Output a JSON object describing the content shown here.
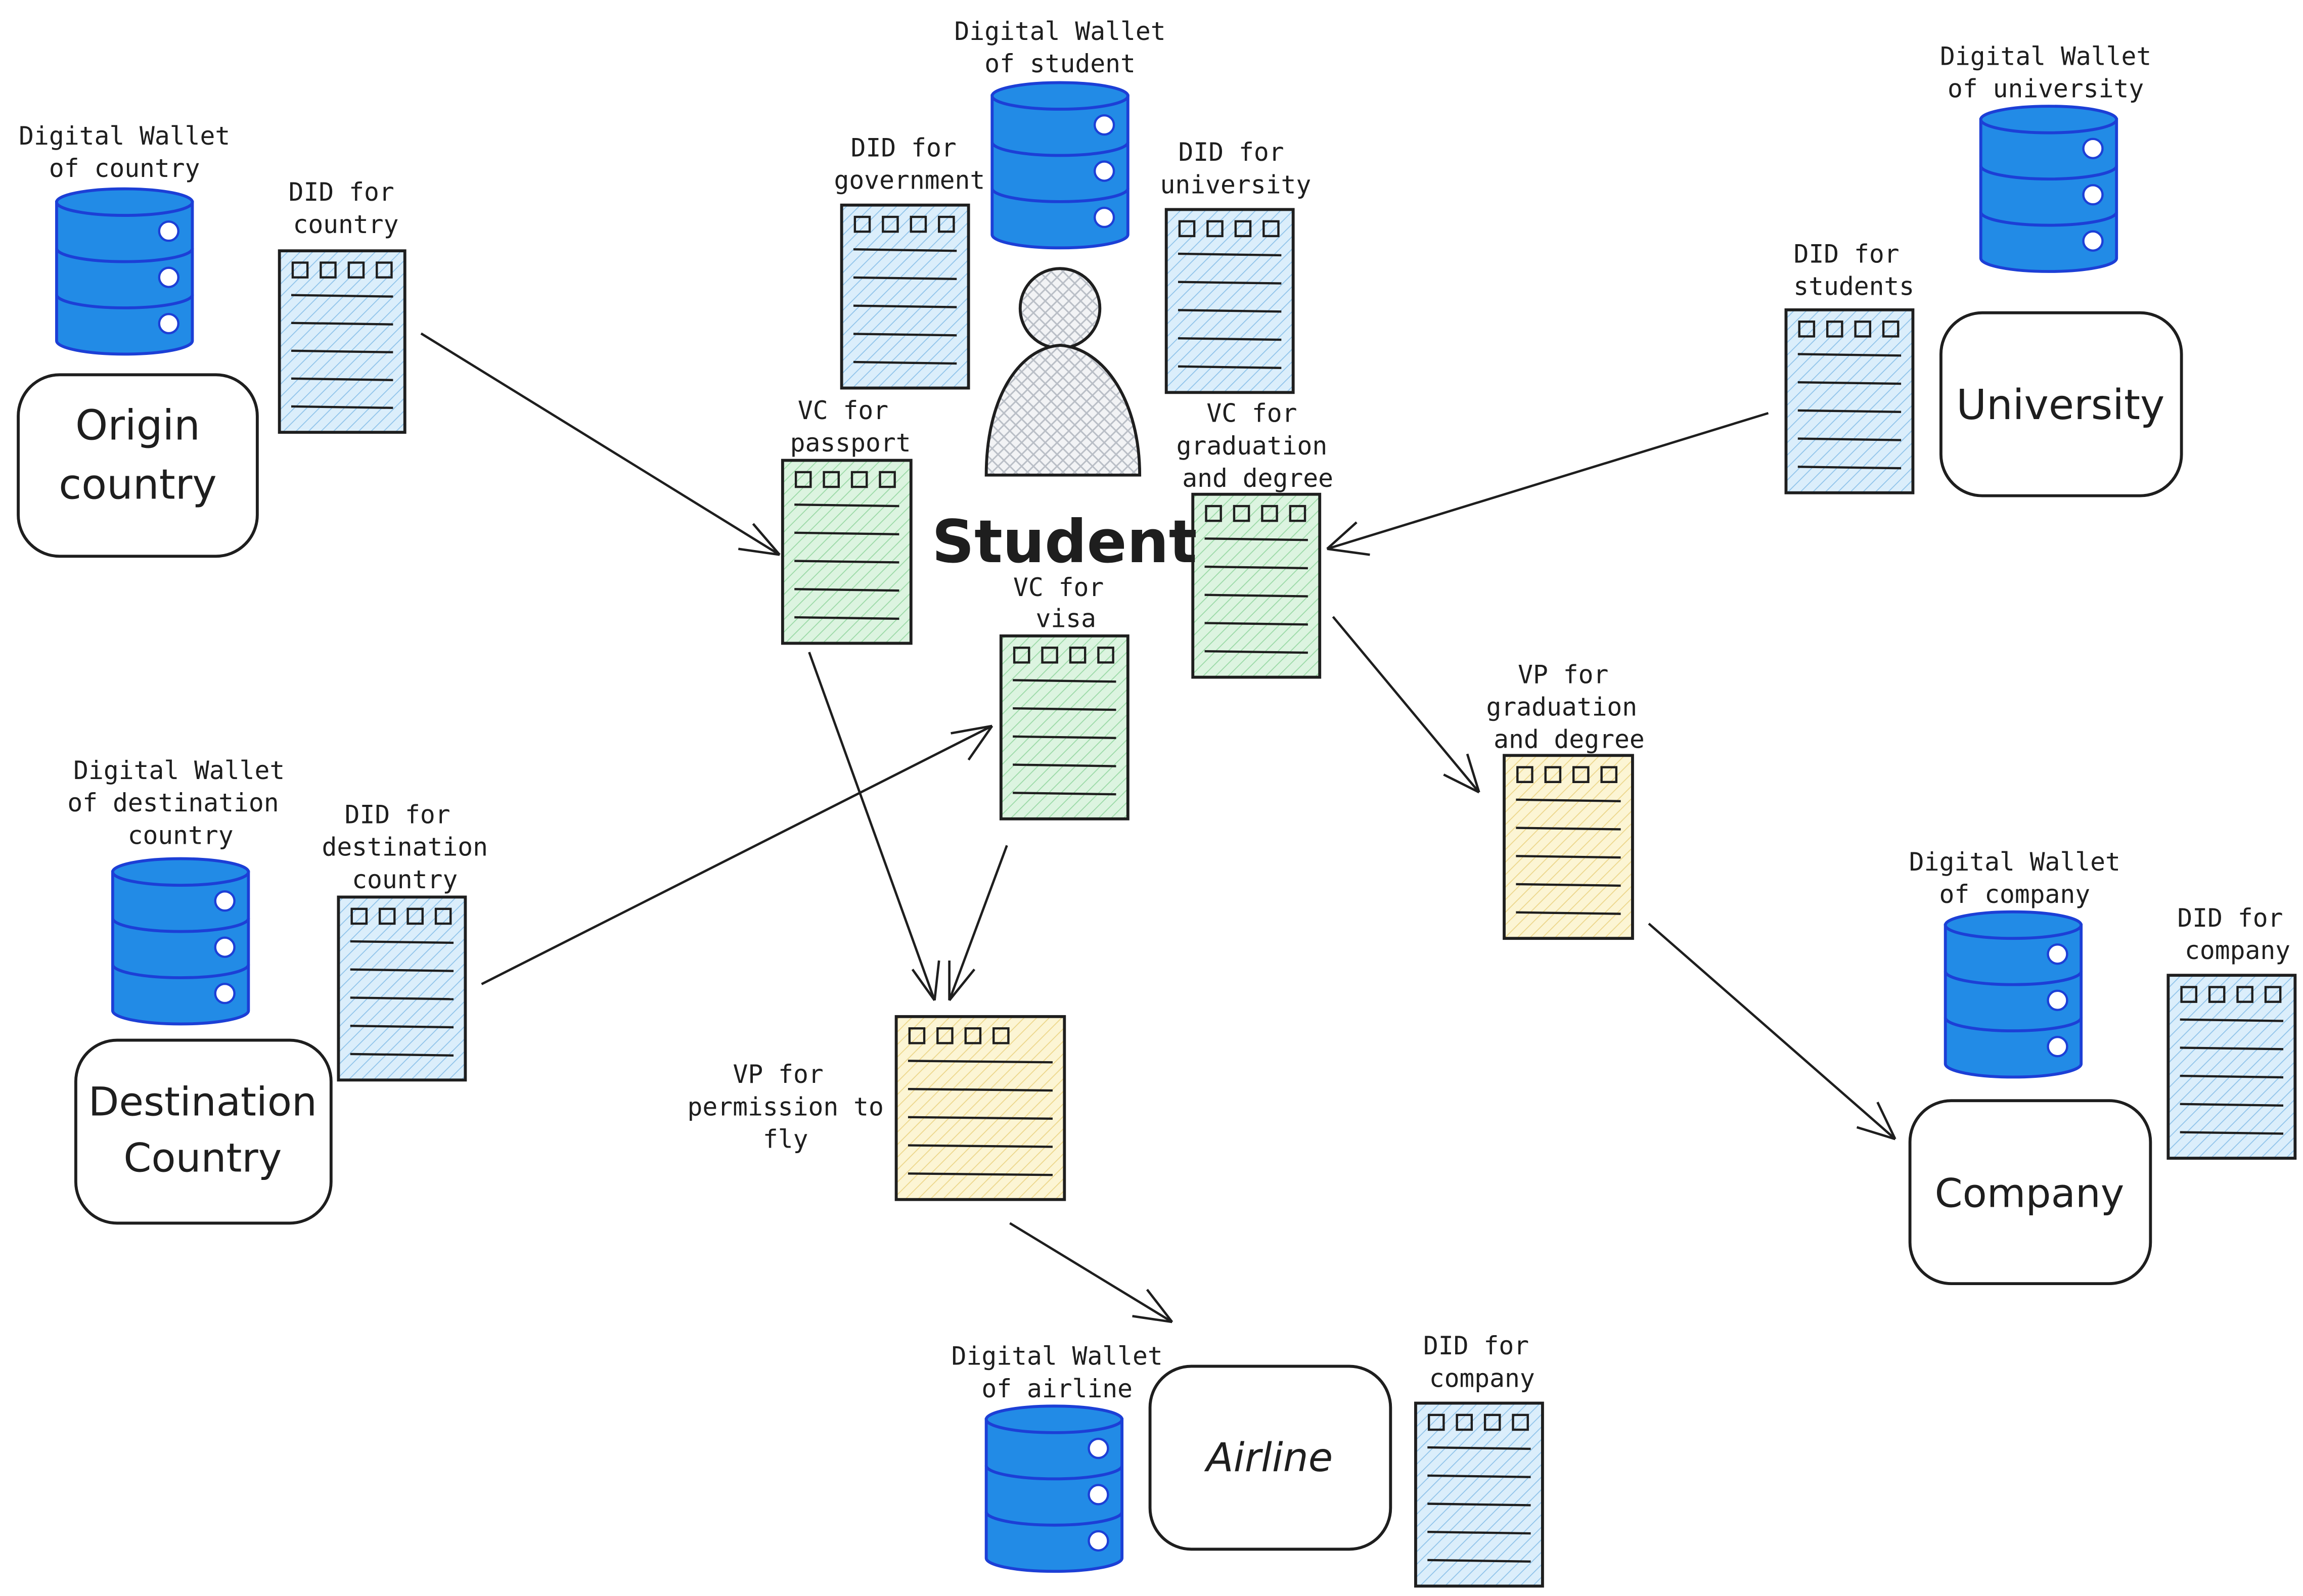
{
  "colors": {
    "wallet": "#228be6",
    "wallet_stroke": "#1c3fd6",
    "did_fill": "#c5e1f7",
    "vc_fill": "#c9eccf",
    "vp_fill": "#f8ecb5",
    "person_fill": "#e4e7eb",
    "stroke": "#1e1e1e"
  },
  "student": {
    "title": "Student",
    "icon": "person-icon"
  },
  "entities": {
    "origin": "Origin country",
    "destination": "Destination Country",
    "university": "University",
    "company": "Company",
    "airline": "Airline"
  },
  "wallets": {
    "student": "Digital Wallet of student",
    "country": "Digital Wallet of country",
    "university": "Digital Wallet of university",
    "destination": "Digital Wallet of destination country",
    "company": "Digital Wallet of company",
    "airline": "Digital Wallet of airline"
  },
  "dids": {
    "country": "DID for country",
    "government": "DID for government",
    "student_university": "DID for university",
    "students": "DID for students",
    "destination": "DID for destination country",
    "company": "DID for company",
    "airline_company": "DID for company"
  },
  "vcs": {
    "passport": "VC for passport",
    "visa": "VC for visa",
    "graduation": "VC for graduation and degree"
  },
  "vps": {
    "permission": "VP for permission to fly",
    "graduation": "VP for graduation and degree"
  }
}
